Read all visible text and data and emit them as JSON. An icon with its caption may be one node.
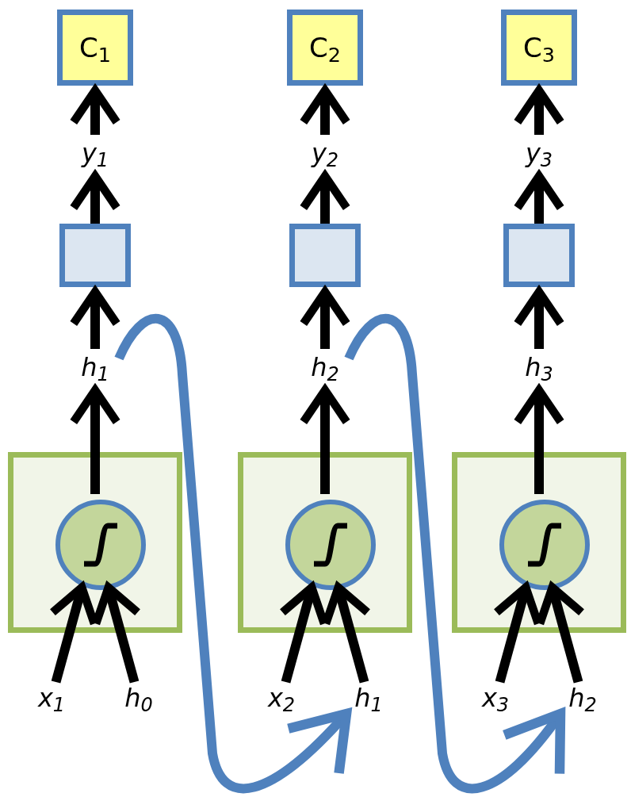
{
  "diagram": {
    "nodes": [
      {
        "text": [
          "C$_{1}$"
        ]
      },
      {
        "text": [
          "y$_{1}$"
        ]
      },
      {
        "text": [],
        "shape": "box"
      },
      {
        "text": [
          "h$_{1}$"
        ]
      },
      {
        "text": [],
        "shape": "box"
      },
      {
        "text": [],
        "shape": "circle",
        "in": 4
      },
      {
        "text": [
          "x$_{1}$"
        ]
      },
      {
        "text": [
          "h$_{0}$"
        ]
      },
      {
        "text": [
          "C$_{2}$"
        ]
      },
      {
        "text": [
          "y$_{2}$"
        ]
      },
      {
        "text": [],
        "shape": "box"
      },
      {
        "text": [
          "h$_{2}$"
        ]
      },
      {
        "text": [],
        "shape": "box"
      },
      {
        "text": [],
        "shape": "circle",
        "in": 12
      },
      {
        "text": [
          "x$_{2}$"
        ]
      },
      {
        "text": [
          "h$_{1}$"
        ]
      },
      {
        "text": [
          "C$_{3}$"
        ]
      },
      {
        "text": [
          "y$_{3}$"
        ]
      },
      {
        "text": [],
        "shape": "box"
      },
      {
        "text": [
          "h$_{3}$"
        ]
      },
      {
        "text": [],
        "shape": "box"
      },
      {
        "text": [],
        "shape": "circle",
        "in": 20
      },
      {
        "text": [
          "x$_{3}$"
        ]
      },
      {
        "text": [
          "h$_{2}$"
        ]
      }
    ],
    "edges": [
      {
        "from": 6,
        "to": 5,
        "arrow": "to"
      },
      {
        "from": 7,
        "to": 5,
        "arrow": "to"
      },
      {
        "from": 5,
        "to": 3,
        "arrow": "to"
      },
      {
        "from": 3,
        "to": 2,
        "arrow": "to"
      },
      {
        "from": 2,
        "to": 1,
        "arrow": "to"
      },
      {
        "from": 1,
        "to": 0,
        "arrow": "to"
      },
      {
        "from": 14,
        "to": 13,
        "arrow": "to"
      },
      {
        "from": 15,
        "to": 13,
        "arrow": "to"
      },
      {
        "from": 13,
        "to": 11,
        "arrow": "to"
      },
      {
        "from": 11,
        "to": 10,
        "arrow": "to"
      },
      {
        "from": 10,
        "to": 9,
        "arrow": "to"
      },
      {
        "from": 9,
        "to": 8,
        "arrow": "to"
      },
      {
        "from": 22,
        "to": 21,
        "arrow": "to"
      },
      {
        "from": 23,
        "to": 21,
        "arrow": "to"
      },
      {
        "from": 21,
        "to": 19,
        "arrow": "to"
      },
      {
        "from": 19,
        "to": 18,
        "arrow": "to"
      },
      {
        "from": 18,
        "to": 17,
        "arrow": "to"
      },
      {
        "from": 17,
        "to": 16,
        "arrow": "to"
      },
      {
        "from": 3,
        "to": 15,
        "arrow": "to",
        "color": "#4f81bd"
      },
      {
        "from": 11,
        "to": 23,
        "arrow": "to",
        "color": "#4f81bd"
      }
    ]
  }
}
